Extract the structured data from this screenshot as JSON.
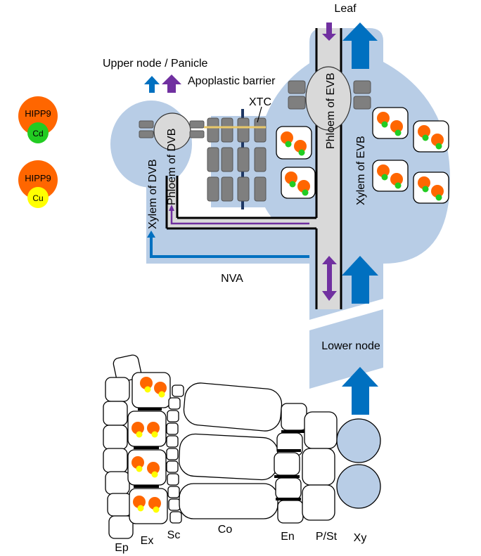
{
  "labels": {
    "leaf": "Leaf",
    "upper_node": "Upper node / Panicle",
    "apoplastic_barrier": "Apoplastic barrier",
    "xtc": "XTC",
    "phloem_dvb": "Phloem of  DVB",
    "xylem_dvb": "Xylem of  DVB",
    "phloem_evb": "Phloem of  EVB",
    "xylem_evb": "Xylem of  EVB",
    "nva": "NVA",
    "lower_node": "Lower node",
    "ep": "Ep",
    "ex": "Ex",
    "sc": "Sc",
    "co": "Co",
    "en": "En",
    "pst": "P/St",
    "xy": "Xy"
  },
  "legend": [
    {
      "protein": "HIPP9",
      "metal": "Cd",
      "protein_color": "#ff6600",
      "metal_color": "#22cc22"
    },
    {
      "protein": "HIPP9",
      "metal": "Cu",
      "protein_color": "#ff6600",
      "metal_color": "#ffff00"
    }
  ],
  "colors": {
    "vascular_bundle": "#b8cde6",
    "phloem": "#d9d9d9",
    "xylem_arrow": "#0070c0",
    "phloem_arrow": "#7030a0",
    "hipp9": "#ff6600",
    "cd": "#22cc22",
    "cu": "#ffff00",
    "barrier": "#e8c86a"
  }
}
